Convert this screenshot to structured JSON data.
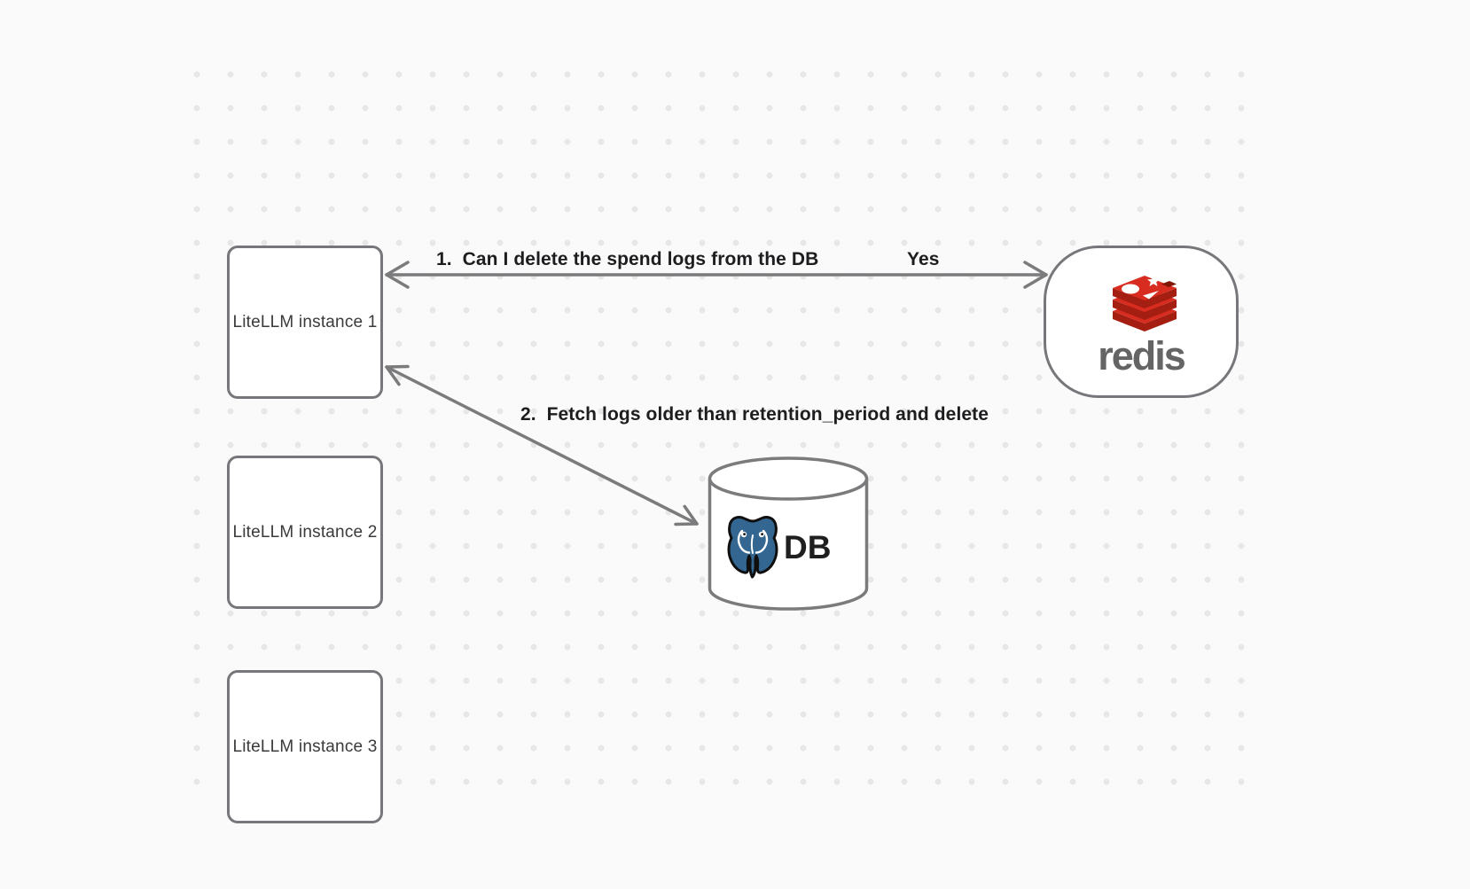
{
  "diagram": {
    "background_color": "#fafafa",
    "grid_dot_color": "#e7e7e7",
    "shape_stroke_color": "#76777a",
    "arrow_color": "#7b7b7d",
    "annotation_text_color": "#1d1d1f",
    "node_label_color": "#3a3a3c"
  },
  "nodes": {
    "instances": [
      {
        "label": "LiteLLM instance 1"
      },
      {
        "label": "LiteLLM instance 2"
      },
      {
        "label": "LiteLLM instance 3"
      }
    ],
    "redis": {
      "wordmark": "redis",
      "logo_icon": "redis-stack-logo",
      "colors": {
        "red": "#d82c20",
        "dark_red": "#a41e11",
        "notch_red": "#821709",
        "wordmark_gray": "#656565"
      }
    },
    "db": {
      "label": "DB",
      "logo_icon": "postgresql-elephant",
      "colors": {
        "blue": "#336791"
      }
    }
  },
  "annotations": {
    "step1": {
      "label": "1.  Can I delete the spend logs from the DB",
      "answer": "Yes"
    },
    "step2": {
      "label": "2.  Fetch logs older than retention_period and delete"
    }
  }
}
